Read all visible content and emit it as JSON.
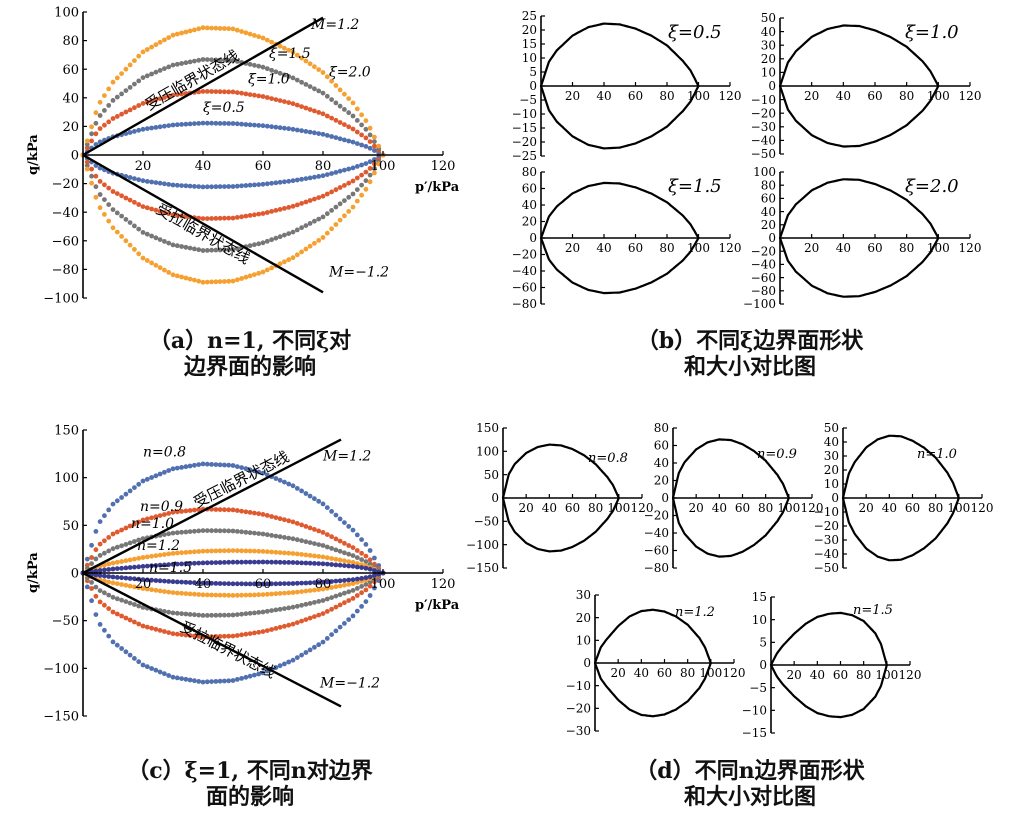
{
  "captions": {
    "a": {
      "line1": "（a）n=1, 不同ξ对",
      "line2": "边界面的影响"
    },
    "b": {
      "line1": "（b）不同ξ边界面形状",
      "line2": "和大小对比图"
    },
    "c": {
      "line1": "（c）ξ=1, 不同n对边界",
      "line2": "面的影响"
    },
    "d": {
      "line1": "（d）不同n边界面形状",
      "line2": "和大小对比图"
    }
  },
  "chart_data": [
    {
      "id": "a",
      "type": "line",
      "title": "",
      "xlabel": "p′/kPa",
      "ylabel": "q/kPa",
      "xlim": [
        0,
        120
      ],
      "ylim": [
        -100,
        100
      ],
      "xticks": [
        20,
        40,
        60,
        80,
        100,
        120
      ],
      "yticks": [
        -100,
        -80,
        -60,
        -40,
        -20,
        0,
        20,
        40,
        60,
        80,
        100
      ],
      "grid": false,
      "note": "boundary surfaces plotted as dotted curves, symmetric about q=0",
      "x": [
        0,
        5,
        10,
        20,
        30,
        40,
        50,
        60,
        70,
        80,
        90,
        95,
        100
      ],
      "series": [
        {
          "name": "ξ=0.5",
          "color": "#5070b0",
          "values": [
            0,
            8.6,
            12.7,
            18.0,
            21.0,
            22.3,
            22.0,
            20.5,
            18.0,
            14.5,
            9.0,
            5.5,
            0
          ]
        },
        {
          "name": "ξ=1.0",
          "color": "#e05a30",
          "values": [
            0,
            17.3,
            25.5,
            36.1,
            41.9,
            44.5,
            44.1,
            40.9,
            35.9,
            28.8,
            18.2,
            10.9,
            0
          ]
        },
        {
          "name": "ξ=1.5",
          "color": "#777777",
          "values": [
            0,
            25.9,
            38.2,
            54.1,
            62.9,
            66.8,
            66.1,
            61.4,
            53.9,
            43.3,
            27.3,
            16.4,
            0
          ]
        },
        {
          "name": "ξ=2.0",
          "color": "#f5a030",
          "values": [
            0,
            34.5,
            50.9,
            72.1,
            83.8,
            89.0,
            88.2,
            81.8,
            71.8,
            57.7,
            36.4,
            21.9,
            0
          ]
        }
      ],
      "lines": [
        {
          "name": "M=1.2",
          "points": [
            [
              0,
              0
            ],
            [
              80,
              96
            ]
          ],
          "text": "受压临界状态线"
        },
        {
          "name": "M=-1.2",
          "points": [
            [
              0,
              0
            ],
            [
              80,
              -96
            ]
          ],
          "text": "受拉临界状态线"
        }
      ],
      "annotations": [
        "ξ=0.5",
        "ξ=1.0",
        "ξ=1.5",
        "ξ=2.0",
        "M=1.2",
        "M=-1.2",
        "受压临界状态线",
        "受拉临界状态线"
      ]
    },
    {
      "id": "b",
      "type": "line",
      "title": "",
      "note": "four small panels, one closed boundary surface each",
      "x": [
        0,
        5,
        10,
        20,
        30,
        40,
        50,
        60,
        70,
        80,
        90,
        95,
        100
      ],
      "panels": [
        {
          "label": "ξ=0.5",
          "ylim": [
            -25,
            25
          ],
          "yticks": [
            -25,
            -20,
            -15,
            -10,
            -5,
            0,
            5,
            10,
            15,
            20,
            25
          ],
          "xticks": [
            20,
            40,
            60,
            80,
            100,
            120
          ],
          "values": [
            0,
            8.6,
            12.7,
            18.0,
            21.0,
            22.3,
            22.0,
            20.5,
            18.0,
            14.5,
            9.0,
            5.5,
            0
          ]
        },
        {
          "label": "ξ=1.0",
          "ylim": [
            -50,
            50
          ],
          "yticks": [
            -50,
            -40,
            -30,
            -20,
            -10,
            0,
            10,
            20,
            30,
            40,
            50
          ],
          "xticks": [
            20,
            40,
            60,
            80,
            100,
            120
          ],
          "values": [
            0,
            17.3,
            25.5,
            36.1,
            41.9,
            44.5,
            44.1,
            40.9,
            35.9,
            28.8,
            18.2,
            10.9,
            0
          ]
        },
        {
          "label": "ξ=1.5",
          "ylim": [
            -80,
            80
          ],
          "yticks": [
            -80,
            -60,
            -40,
            -20,
            0,
            20,
            40,
            60,
            80
          ],
          "xticks": [
            20,
            40,
            60,
            80,
            100,
            120
          ],
          "values": [
            0,
            25.9,
            38.2,
            54.1,
            62.9,
            66.8,
            66.1,
            61.4,
            53.9,
            43.3,
            27.3,
            16.4,
            0
          ]
        },
        {
          "label": "ξ=2.0",
          "ylim": [
            -100,
            100
          ],
          "yticks": [
            -100,
            -80,
            -60,
            -40,
            -20,
            0,
            20,
            40,
            60,
            80,
            100
          ],
          "xticks": [
            20,
            40,
            60,
            80,
            100,
            120
          ],
          "values": [
            0,
            34.5,
            50.9,
            72.1,
            83.8,
            89.0,
            88.2,
            81.8,
            71.8,
            57.7,
            36.4,
            21.9,
            0
          ]
        }
      ]
    },
    {
      "id": "c",
      "type": "line",
      "title": "",
      "xlabel": "p′/kPa",
      "ylabel": "q/kPa",
      "xlim": [
        0,
        120
      ],
      "ylim": [
        -150,
        150
      ],
      "xticks": [
        20,
        40,
        60,
        80,
        100,
        120
      ],
      "yticks": [
        -150,
        -100,
        -50,
        0,
        50,
        100,
        150
      ],
      "grid": false,
      "x": [
        0,
        5,
        10,
        20,
        30,
        40,
        50,
        60,
        70,
        80,
        90,
        95,
        100
      ],
      "series": [
        {
          "name": "n=0.8",
          "color": "#5070b0",
          "values": [
            0,
            50.9,
            72.3,
            96.5,
            109.3,
            114.4,
            112.8,
            104.8,
            91.5,
            72.5,
            45.0,
            27.5,
            0
          ]
        },
        {
          "name": "n=0.9",
          "color": "#e05a30",
          "values": [
            0,
            28.5,
            40.9,
            55.6,
            63.7,
            67.0,
            66.2,
            61.5,
            53.6,
            42.6,
            26.6,
            16.2,
            0
          ]
        },
        {
          "name": "n=1.0",
          "color": "#777777",
          "values": [
            0,
            17.3,
            25.5,
            36.1,
            41.9,
            44.5,
            44.1,
            40.9,
            35.9,
            28.8,
            18.2,
            10.9,
            0
          ]
        },
        {
          "name": "n=1.2",
          "color": "#f5a030",
          "values": [
            0,
            6.9,
            10.4,
            16.3,
            20.6,
            22.9,
            23.5,
            22.7,
            20.5,
            16.9,
            11.1,
            6.9,
            0
          ]
        },
        {
          "name": "n=1.5",
          "color": "#3a3c92",
          "values": [
            0,
            2.5,
            4.2,
            6.9,
            9.1,
            10.6,
            11.3,
            11.5,
            11.0,
            9.7,
            7.0,
            4.6,
            0
          ]
        }
      ],
      "lines": [
        {
          "name": "M=1.2",
          "points": [
            [
              0,
              0
            ],
            [
              86,
              140
            ]
          ],
          "text": "受压临界状态线"
        },
        {
          "name": "M=-1.2",
          "points": [
            [
              0,
              0
            ],
            [
              86,
              -140
            ]
          ],
          "text": "受拉临界状态线"
        }
      ],
      "annotations": [
        "n=0.8",
        "n=0.9",
        "n=1.0",
        "n=1.2",
        "n=1.5",
        "M=1.2",
        "M=-1.2",
        "受压临界状态线",
        "受拉临界状态线"
      ]
    },
    {
      "id": "d",
      "type": "line",
      "title": "",
      "note": "five small panels, one closed boundary surface each",
      "x": [
        0,
        5,
        10,
        20,
        30,
        40,
        50,
        60,
        70,
        80,
        90,
        95,
        100
      ],
      "panels": [
        {
          "label": "n=0.8",
          "ylim": [
            -150,
            150
          ],
          "yticks": [
            -150,
            -100,
            -50,
            0,
            50,
            100,
            150
          ],
          "xticks": [
            20,
            40,
            60,
            80,
            100,
            120
          ],
          "values": [
            0,
            50.9,
            72.3,
            96.5,
            109.3,
            114.4,
            112.8,
            104.8,
            91.5,
            72.5,
            45.0,
            27.5,
            0
          ]
        },
        {
          "label": "n=0.9",
          "ylim": [
            -80,
            80
          ],
          "yticks": [
            -80,
            -60,
            -40,
            -20,
            0,
            20,
            40,
            60,
            80
          ],
          "xticks": [
            20,
            40,
            60,
            80,
            100,
            120
          ],
          "values": [
            0,
            28.5,
            40.9,
            55.6,
            63.7,
            67.0,
            66.2,
            61.5,
            53.6,
            42.6,
            26.6,
            16.2,
            0
          ]
        },
        {
          "label": "n=1.0",
          "ylim": [
            -50,
            50
          ],
          "yticks": [
            -50,
            -40,
            -30,
            -20,
            -10,
            0,
            10,
            20,
            30,
            40,
            50
          ],
          "xticks": [
            20,
            40,
            60,
            80,
            100,
            120
          ],
          "values": [
            0,
            17.3,
            25.5,
            36.1,
            41.9,
            44.5,
            44.1,
            40.9,
            35.9,
            28.8,
            18.2,
            10.9,
            0
          ]
        },
        {
          "label": "n=1.2",
          "ylim": [
            -30,
            30
          ],
          "yticks": [
            -30,
            -20,
            -10,
            0,
            10,
            20,
            30
          ],
          "xticks": [
            20,
            40,
            60,
            80,
            100,
            120
          ],
          "values": [
            0,
            6.9,
            10.4,
            16.3,
            20.6,
            22.9,
            23.5,
            22.7,
            20.5,
            16.9,
            11.1,
            6.9,
            0
          ]
        },
        {
          "label": "n=1.5",
          "ylim": [
            -15,
            15
          ],
          "yticks": [
            -15,
            -10,
            -5,
            0,
            5,
            10,
            15
          ],
          "xticks": [
            20,
            40,
            60,
            80,
            100,
            120
          ],
          "values": [
            0,
            2.5,
            4.2,
            6.9,
            9.1,
            10.6,
            11.3,
            11.5,
            11.0,
            9.7,
            7.0,
            4.6,
            0
          ]
        }
      ]
    }
  ]
}
